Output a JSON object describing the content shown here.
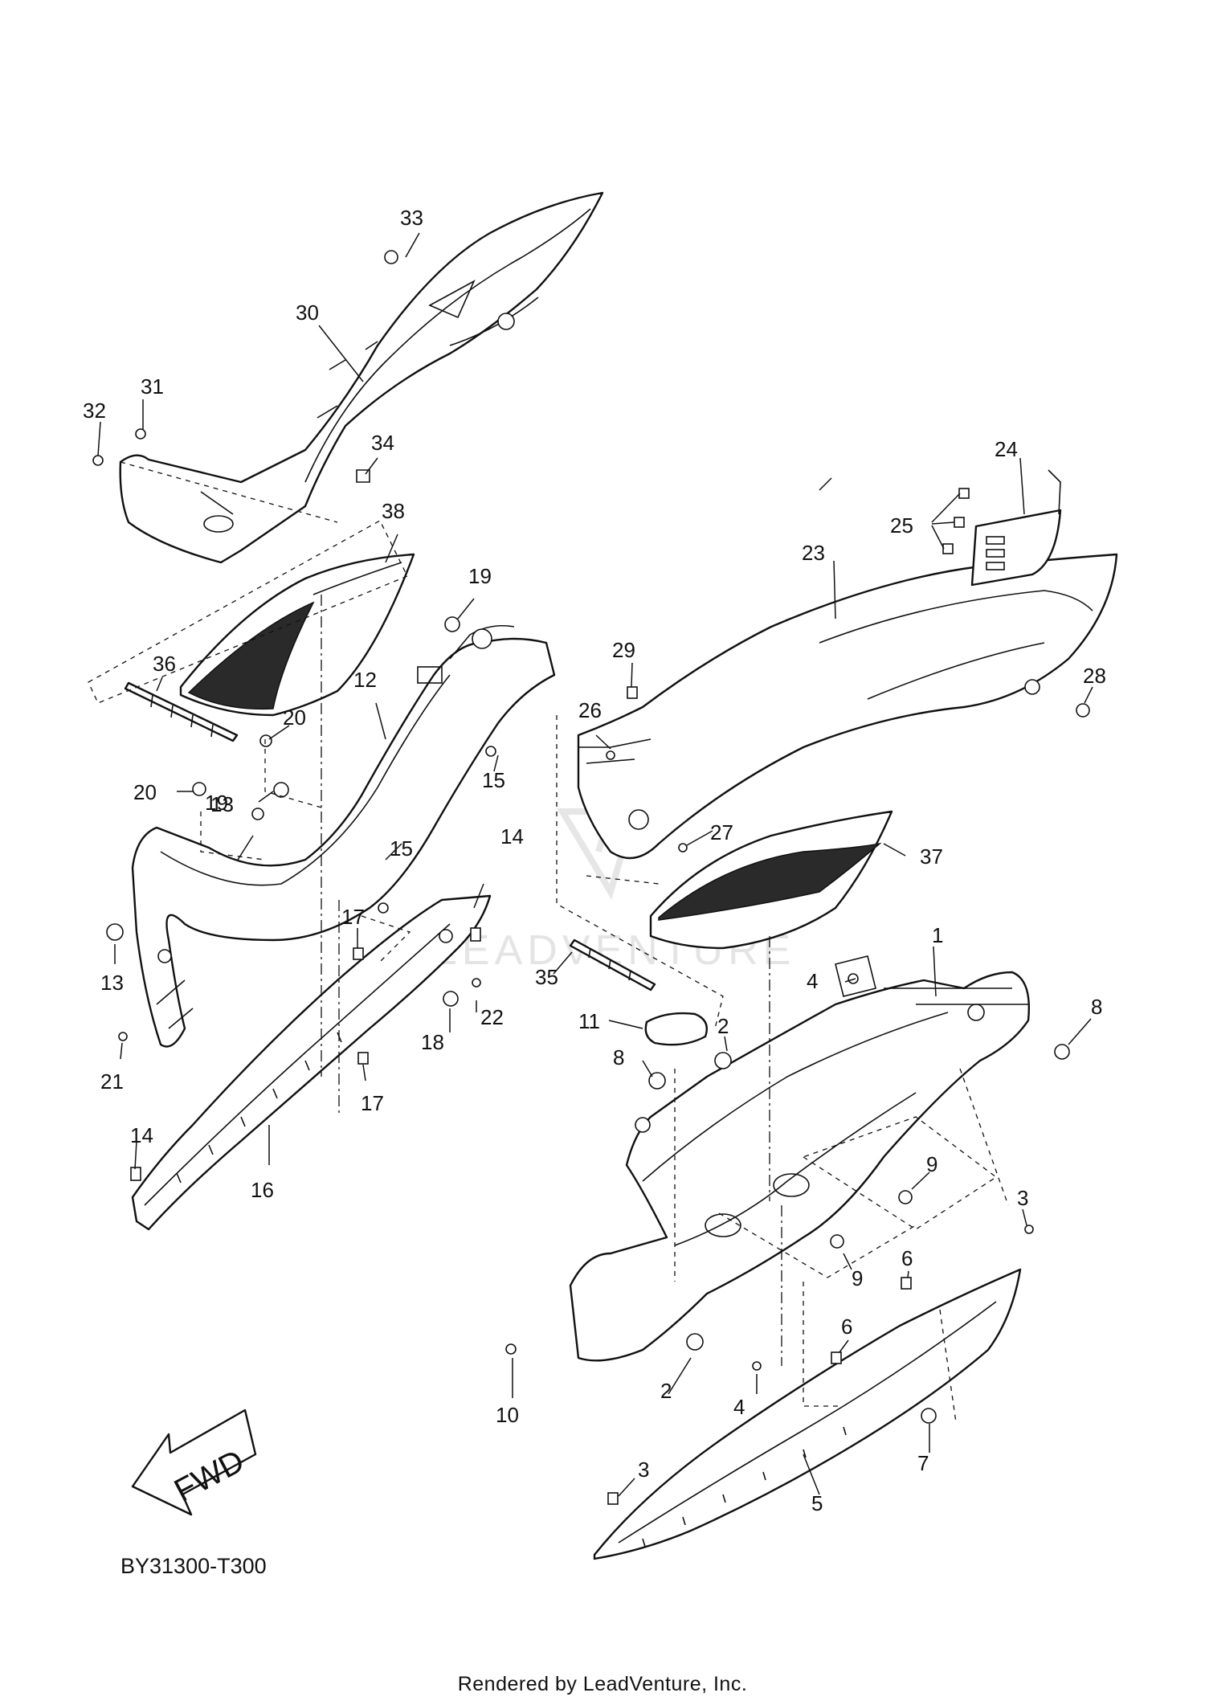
{
  "diagram": {
    "code": "BY31300-T300",
    "credit": "Rendered by LeadVenture, Inc.",
    "watermark": "LEADVENTURE",
    "direction_label": "FWD",
    "callouts": [
      {
        "id": "c1",
        "label": "1"
      },
      {
        "id": "c2a",
        "label": "2"
      },
      {
        "id": "c2b",
        "label": "2"
      },
      {
        "id": "c3a",
        "label": "3"
      },
      {
        "id": "c3b",
        "label": "3"
      },
      {
        "id": "c4a",
        "label": "4"
      },
      {
        "id": "c4b",
        "label": "4"
      },
      {
        "id": "c5",
        "label": "5"
      },
      {
        "id": "c6a",
        "label": "6"
      },
      {
        "id": "c6b",
        "label": "6"
      },
      {
        "id": "c7",
        "label": "7"
      },
      {
        "id": "c8a",
        "label": "8"
      },
      {
        "id": "c8b",
        "label": "8"
      },
      {
        "id": "c9a",
        "label": "9"
      },
      {
        "id": "c9b",
        "label": "9"
      },
      {
        "id": "c10",
        "label": "10"
      },
      {
        "id": "c11",
        "label": "11"
      },
      {
        "id": "c12",
        "label": "12"
      },
      {
        "id": "c13a",
        "label": "13"
      },
      {
        "id": "c13b",
        "label": "13"
      },
      {
        "id": "c14a",
        "label": "14"
      },
      {
        "id": "c14b",
        "label": "14"
      },
      {
        "id": "c15a",
        "label": "15"
      },
      {
        "id": "c15b",
        "label": "15"
      },
      {
        "id": "c16",
        "label": "16"
      },
      {
        "id": "c17a",
        "label": "17"
      },
      {
        "id": "c17b",
        "label": "17"
      },
      {
        "id": "c18",
        "label": "18"
      },
      {
        "id": "c19a",
        "label": "19"
      },
      {
        "id": "c19b",
        "label": "19"
      },
      {
        "id": "c20a",
        "label": "20"
      },
      {
        "id": "c20b",
        "label": "20"
      },
      {
        "id": "c21",
        "label": "21"
      },
      {
        "id": "c22",
        "label": "22"
      },
      {
        "id": "c23",
        "label": "23"
      },
      {
        "id": "c24",
        "label": "24"
      },
      {
        "id": "c25",
        "label": "25"
      },
      {
        "id": "c26",
        "label": "26"
      },
      {
        "id": "c27",
        "label": "27"
      },
      {
        "id": "c28",
        "label": "28"
      },
      {
        "id": "c29",
        "label": "29"
      },
      {
        "id": "c30",
        "label": "30"
      },
      {
        "id": "c31",
        "label": "31"
      },
      {
        "id": "c32",
        "label": "32"
      },
      {
        "id": "c33",
        "label": "33"
      },
      {
        "id": "c34",
        "label": "34"
      },
      {
        "id": "c35",
        "label": "35"
      },
      {
        "id": "c36",
        "label": "36"
      },
      {
        "id": "c37",
        "label": "37"
      },
      {
        "id": "c38",
        "label": "38"
      }
    ]
  }
}
